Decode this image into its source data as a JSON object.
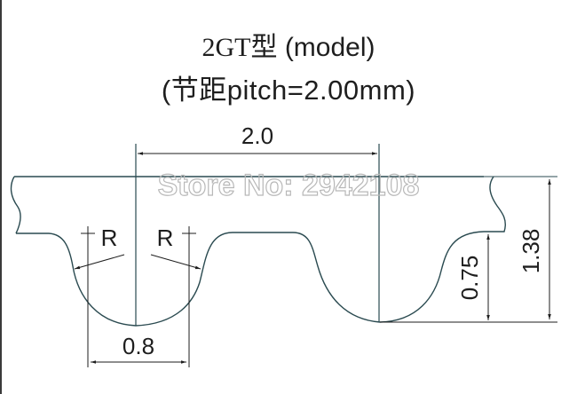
{
  "title": {
    "line1_model": "2GT型",
    "line1_suffix": " (model)",
    "line2": "(节距pitch=2.00mm)"
  },
  "dimensions": {
    "pitch": "2.0",
    "tooth_width": "0.8",
    "tooth_depth": "0.75",
    "belt_height": "1.38",
    "radius_left": "R",
    "radius_right": "R"
  },
  "watermark": "Store No: 2942108",
  "colors": {
    "profile_line": "#2a4a50",
    "dimension_line": "#1e1e1e",
    "watermark_stroke": "#b8b8b8"
  }
}
